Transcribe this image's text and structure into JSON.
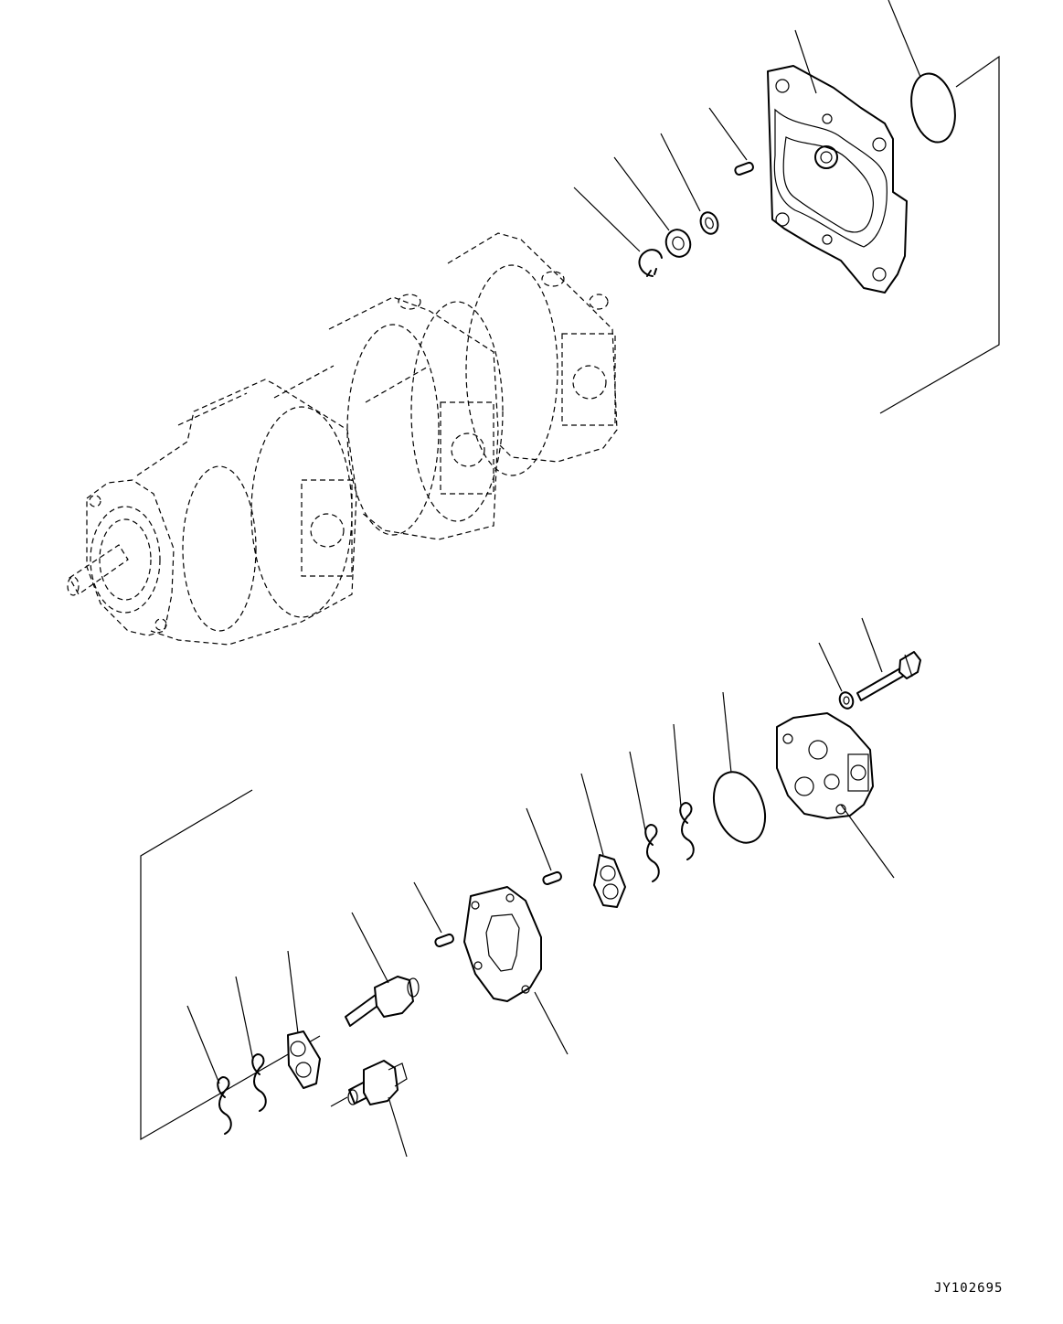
{
  "drawing": {
    "code": "JY102695",
    "parts": [
      "o-ring-top",
      "rear-cover",
      "dowel-pin-top",
      "washer-top",
      "bearing-top",
      "snap-ring-top",
      "pump-assembly",
      "bolt",
      "washer-bolt",
      "front-cover",
      "o-ring-bottom",
      "seal-right-2",
      "seal-right-1",
      "wear-plate-right",
      "dowel-pin-right",
      "gear-housing",
      "dowel-pin-left",
      "drive-gear",
      "wear-plate-left",
      "seal-left-2",
      "seal-left-1",
      "driven-gear"
    ]
  }
}
